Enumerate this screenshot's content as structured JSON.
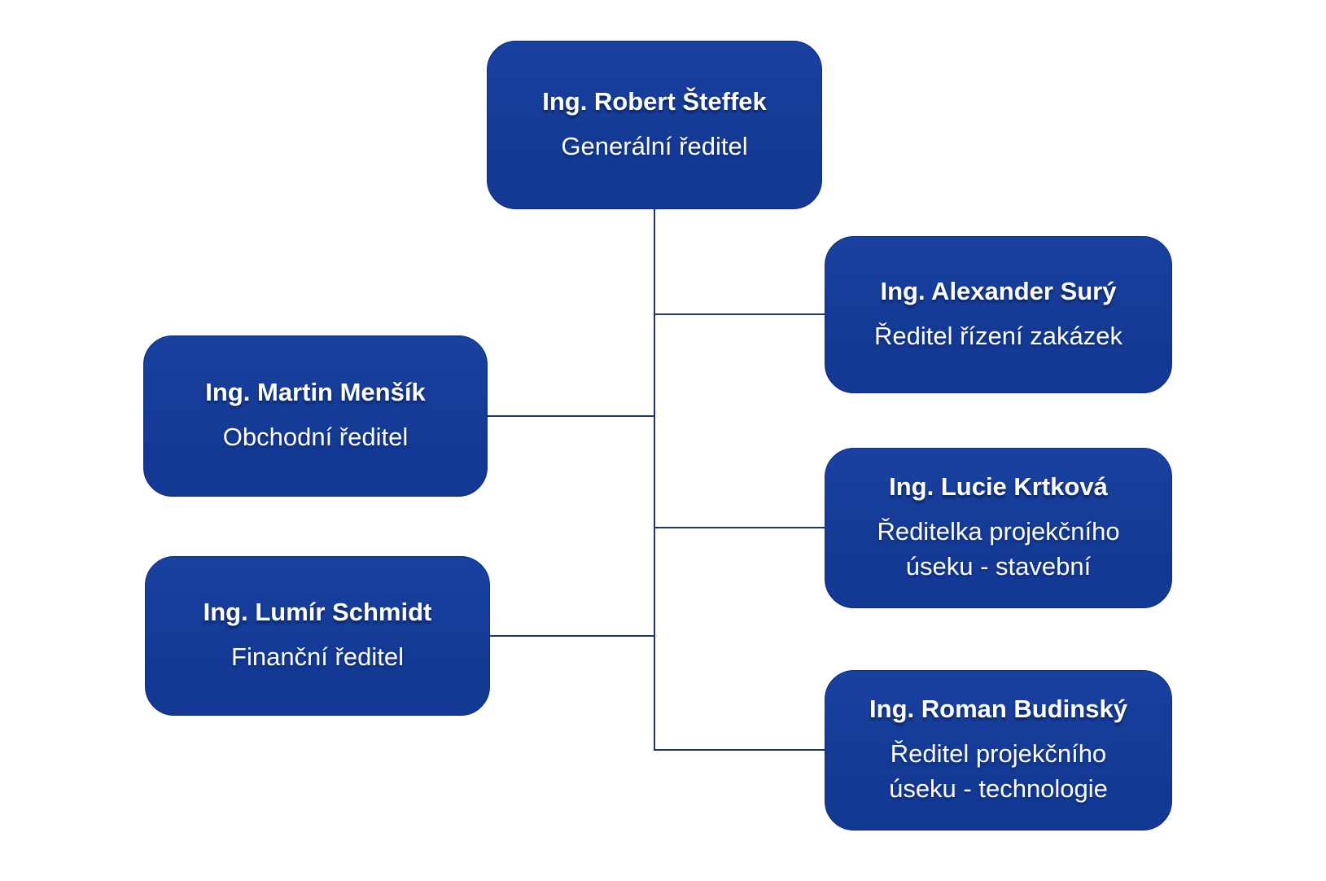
{
  "diagram": {
    "type": "org-chart"
  },
  "colors": {
    "background": "#ffffff",
    "box_fill": "#133994",
    "box_fill_top": "#1a41a0",
    "box_border": "#0f2c74",
    "connector": "#1f3864",
    "text": "#ffffff"
  },
  "nodes": [
    {
      "id": "ceo",
      "name": "Ing. Robert Šteffek",
      "role": "Generální ředitel"
    },
    {
      "id": "orders",
      "name": "Ing. Alexander Surý",
      "role": "Ředitel řízení zakázek"
    },
    {
      "id": "sales",
      "name": "Ing. Martin Menšík",
      "role": "Obchodní ředitel"
    },
    {
      "id": "design-construction",
      "name": "Ing. Lucie Krtková",
      "role": "Ředitelka projekčního úseku - stavební"
    },
    {
      "id": "finance",
      "name": "Ing. Lumír Schmidt",
      "role": "Finanční ředitel"
    },
    {
      "id": "design-technology",
      "name": "Ing. Roman Budinský",
      "role": "Ředitel projekčního úseku - technologie"
    }
  ],
  "edges": [
    {
      "from": "ceo",
      "to": "orders"
    },
    {
      "from": "ceo",
      "to": "sales"
    },
    {
      "from": "ceo",
      "to": "design-construction"
    },
    {
      "from": "ceo",
      "to": "finance"
    },
    {
      "from": "ceo",
      "to": "design-technology"
    }
  ]
}
